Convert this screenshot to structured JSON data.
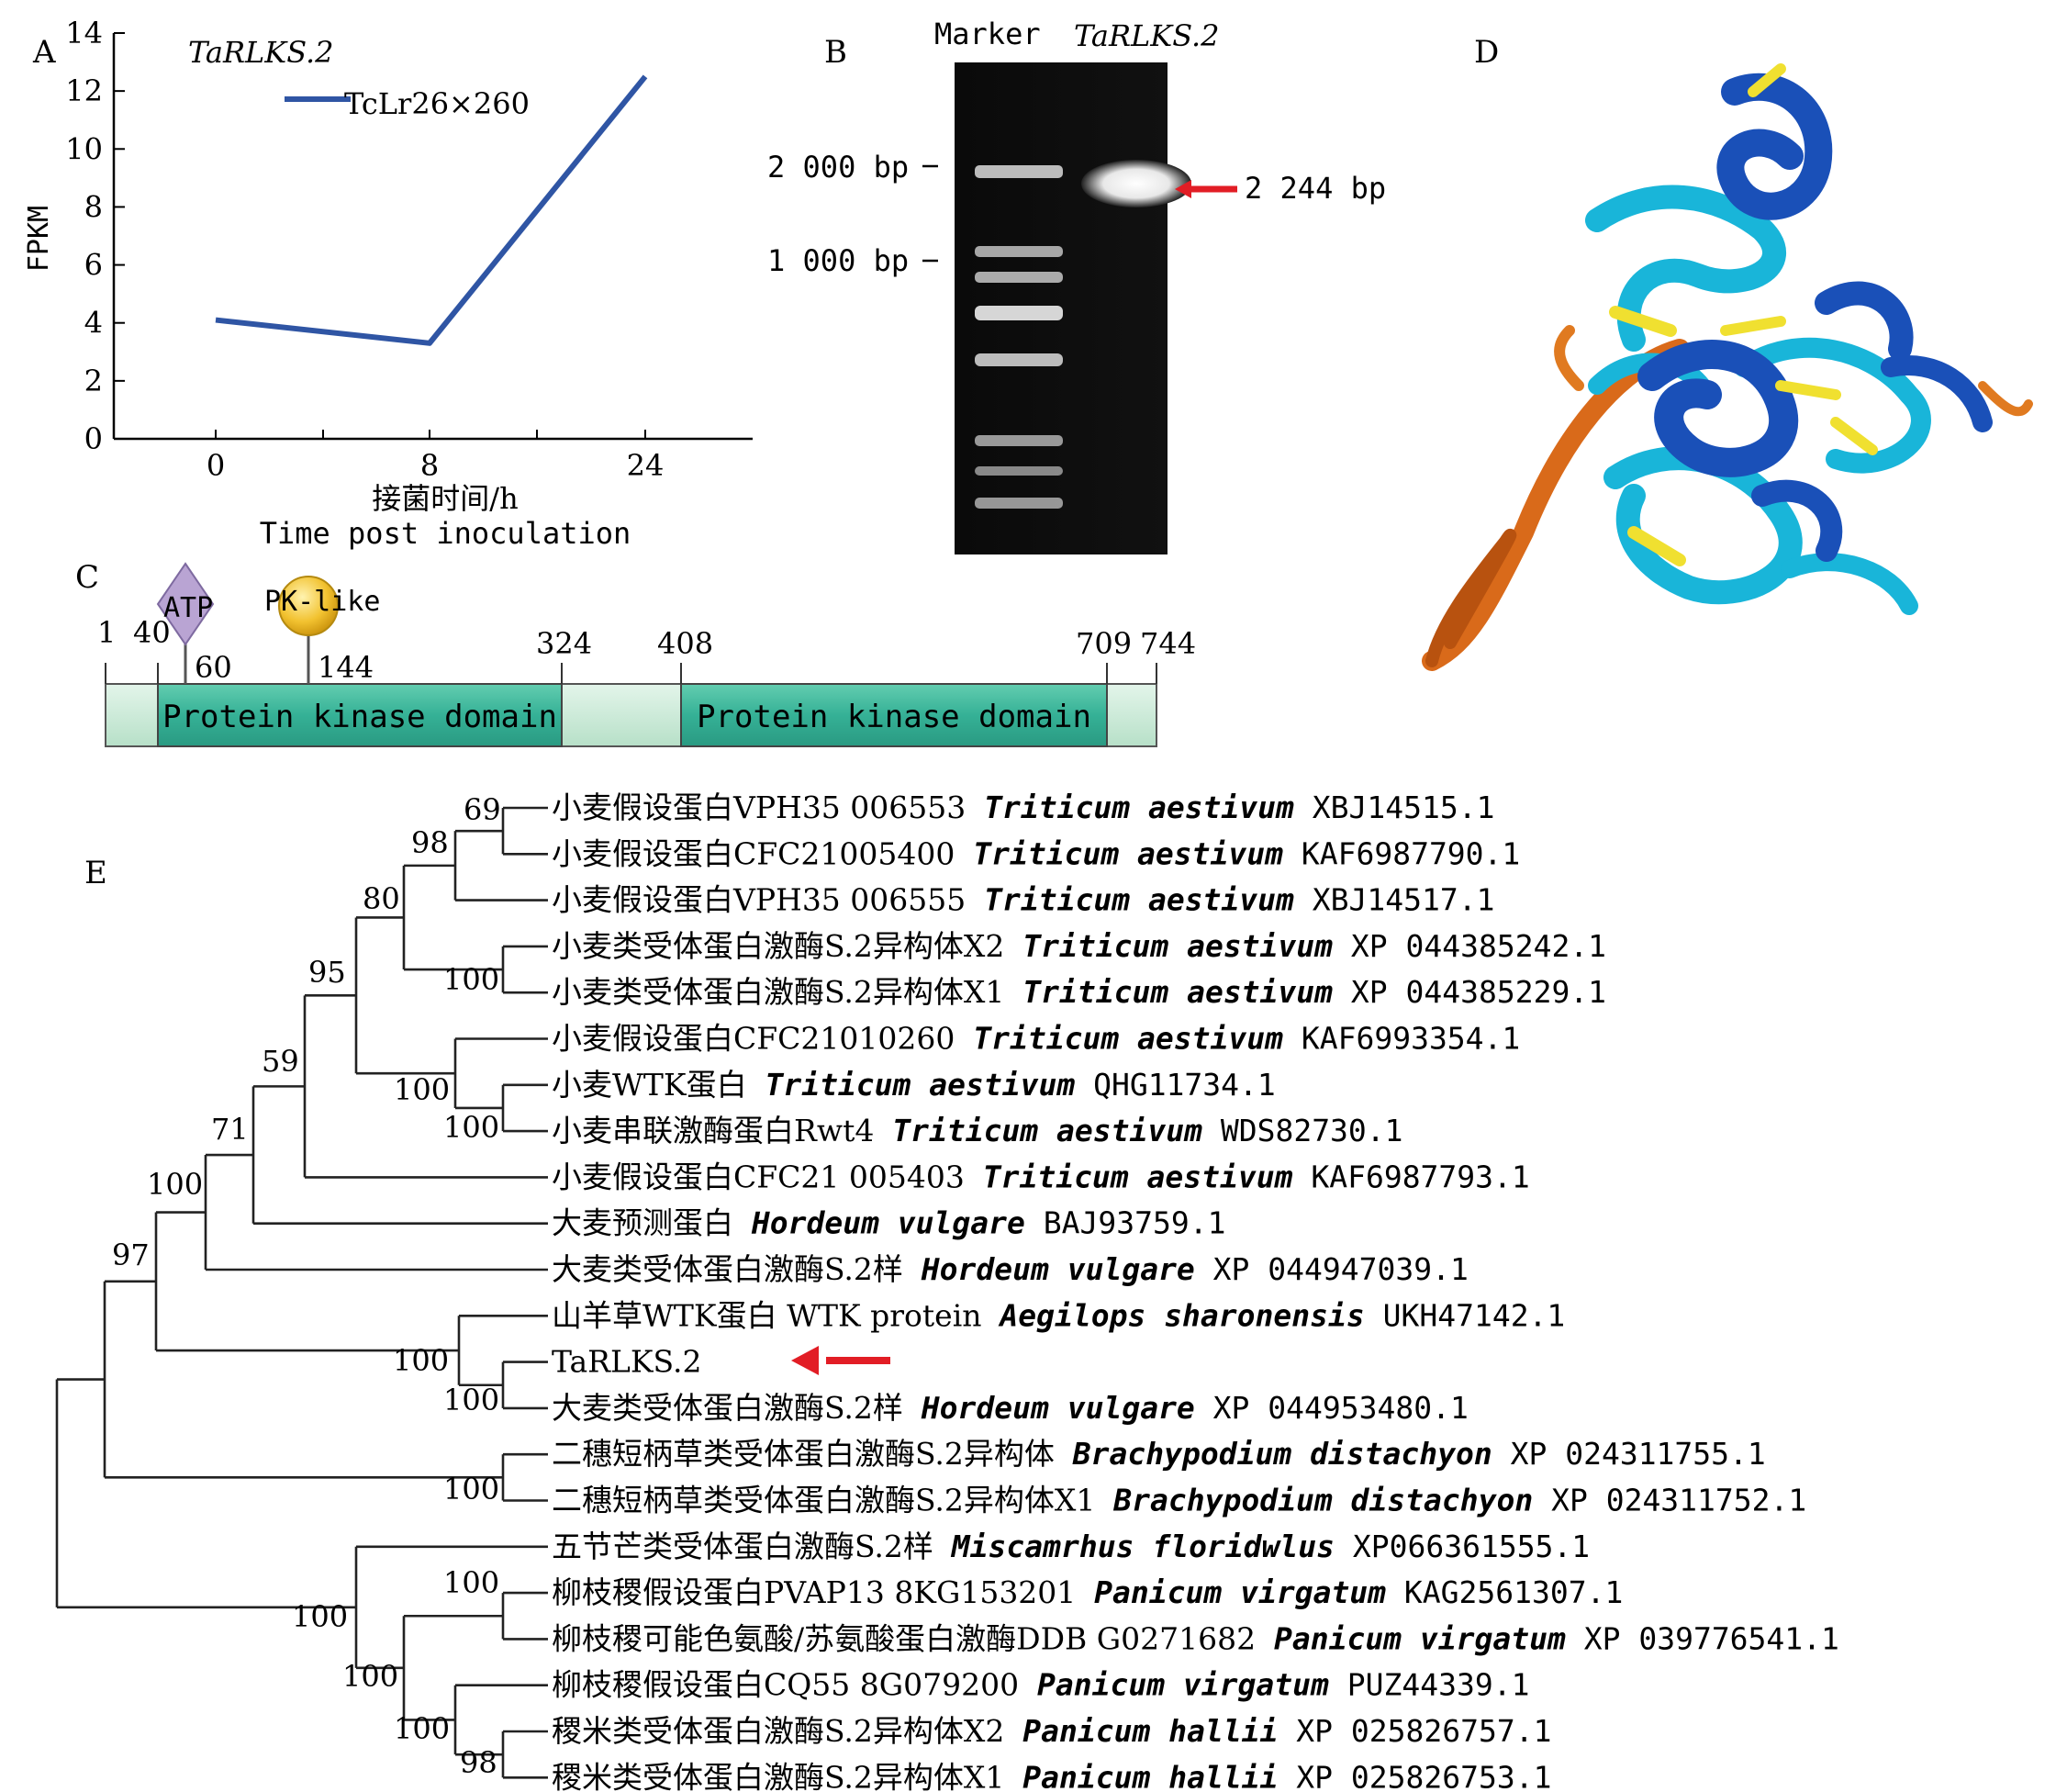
{
  "panel_labels": {
    "a": "A",
    "b": "B",
    "c": "C",
    "d": "D",
    "e": "E"
  },
  "chart_data": {
    "type": "line",
    "title": "TaRLKS.2",
    "xlabel_cn": "接菌时间/h",
    "xlabel_en": "Time post inoculation",
    "ylabel": "FPKM",
    "categories": [
      "0",
      "8",
      "24"
    ],
    "series": [
      {
        "name": "TcLr26×260",
        "values": [
          4.1,
          3.3,
          12.5
        ],
        "color": "#2f55a4"
      }
    ],
    "yticks": [
      "0",
      "2",
      "4",
      "6",
      "8",
      "10",
      "12",
      "14"
    ],
    "ylim": [
      0,
      14
    ]
  },
  "gel": {
    "marker_label": "Marker",
    "sample_label": "TaRLKS.2",
    "size_2000": "2 000 bp",
    "size_1000": "1 000 bp",
    "product_size": "2 244 bp",
    "arrow_color": "#e21d25"
  },
  "domain_map": {
    "positions": [
      "1",
      "40",
      "60",
      "144",
      "324",
      "408",
      "709",
      "744"
    ],
    "atp_label": "ATP",
    "pk_label": "PK-like",
    "domain1": "Protein kinase domain",
    "domain2": "Protein kinase domain",
    "domain_color": "#3fb89b",
    "linker_color": "#c8ead4"
  },
  "tree": {
    "leaves": [
      {
        "cn": "小麦假设蛋白VPH35 006553",
        "sp": "Triticum aestivum",
        "acc": "XBJ14515.1"
      },
      {
        "cn": "小麦假设蛋白CFC21005400",
        "sp": "Triticum aestivum",
        "acc": "KAF6987790.1"
      },
      {
        "cn": "小麦假设蛋白VPH35 006555",
        "sp": "Triticum aestivum",
        "acc": "XBJ14517.1"
      },
      {
        "cn": "小麦类受体蛋白激酶S.2异构体X2",
        "sp": "Triticum aestivum",
        "acc": "XP 044385242.1"
      },
      {
        "cn": "小麦类受体蛋白激酶S.2异构体X1",
        "sp": "Triticum aestivum",
        "acc": "XP 044385229.1"
      },
      {
        "cn": "小麦假设蛋白CFC21010260",
        "sp": "Triticum aestivum",
        "acc": "KAF6993354.1"
      },
      {
        "cn": "小麦WTK蛋白",
        "sp": "Triticum aestivum",
        "acc": "QHG11734.1"
      },
      {
        "cn": "小麦串联激酶蛋白Rwt4",
        "sp": "Triticum aestivum",
        "acc": "WDS82730.1"
      },
      {
        "cn": "小麦假设蛋白CFC21 005403",
        "sp": "Triticum aestivum",
        "acc": "KAF6987793.1"
      },
      {
        "cn": "大麦预测蛋白",
        "sp": "Hordeum vulgare",
        "acc": "BAJ93759.1"
      },
      {
        "cn": "大麦类受体蛋白激酶S.2样",
        "sp": "Hordeum vulgare",
        "acc": "XP 044947039.1"
      },
      {
        "cn": "山羊草WTK蛋白 WTK protein",
        "sp": "Aegilops sharonensis",
        "acc": "UKH47142.1"
      },
      {
        "cn": "TaRLKS.2",
        "sp": "",
        "acc": ""
      },
      {
        "cn": "大麦类受体蛋白激酶S.2样",
        "sp": "Hordeum vulgare",
        "acc": "XP 044953480.1"
      },
      {
        "cn": "二穗短柄草类受体蛋白激酶S.2异构体",
        "sp": "Brachypodium distachyon",
        "acc": "XP 024311755.1"
      },
      {
        "cn": "二穗短柄草类受体蛋白激酶S.2异构体X1",
        "sp": "Brachypodium distachyon",
        "acc": "XP 024311752.1"
      },
      {
        "cn": "五节芒类受体蛋白激酶S.2样",
        "sp": "Miscamrhus floridwlus",
        "acc": "XP066361555.1"
      },
      {
        "cn": "柳枝稷假设蛋白PVAP13 8KG153201",
        "sp": "Panicum virgatum",
        "acc": "KAG2561307.1"
      },
      {
        "cn": "柳枝稷可能色氨酸/苏氨酸蛋白激酶DDB G0271682",
        "sp": "Panicum virgatum",
        "acc": "XP 039776541.1"
      },
      {
        "cn": "柳枝稷假设蛋白CQ55 8G079200",
        "sp": "Panicum virgatum",
        "acc": "PUZ44339.1"
      },
      {
        "cn": "稷米类受体蛋白激酶S.2异构体X2",
        "sp": "Panicum hallii",
        "acc": "XP 025826757.1"
      },
      {
        "cn": "稷米类受体蛋白激酶S.2异构体X1",
        "sp": "Panicum hallii",
        "acc": "XP 025826753.1"
      }
    ],
    "bootstrap": [
      "69",
      "98",
      "80",
      "100",
      "95",
      "100",
      "100",
      "59",
      "71",
      "100",
      "97",
      "100",
      "100",
      "100",
      "100",
      "100",
      "100",
      "100",
      "98"
    ],
    "highlight_color": "#e21d25"
  }
}
